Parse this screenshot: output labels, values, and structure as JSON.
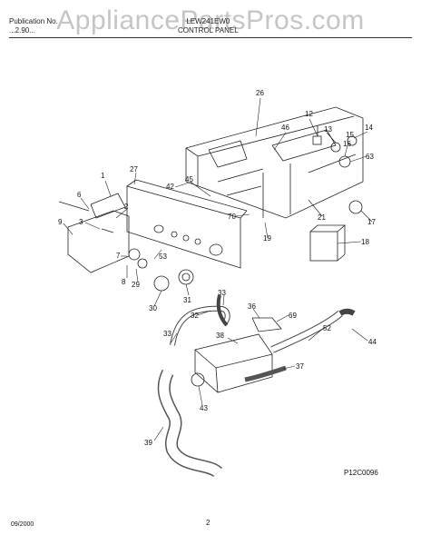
{
  "header": {
    "publication_label": "Publication No.",
    "publication_number": "...2.90...",
    "model": "LEW241EW0",
    "section": "CONTROL PANEL"
  },
  "watermark": "AppliancePartsPros.com",
  "diagram_code": "P12C0096",
  "date": "09/2000",
  "page_number": "2",
  "callouts": [
    {
      "id": "c26",
      "label": "26"
    },
    {
      "id": "c12",
      "label": "12"
    },
    {
      "id": "c46",
      "label": "46"
    },
    {
      "id": "c13",
      "label": "13"
    },
    {
      "id": "c14",
      "label": "14"
    },
    {
      "id": "c15",
      "label": "15"
    },
    {
      "id": "c16",
      "label": "16"
    },
    {
      "id": "c63",
      "label": "63"
    },
    {
      "id": "c1",
      "label": "1"
    },
    {
      "id": "c27",
      "label": "27"
    },
    {
      "id": "c42",
      "label": "42"
    },
    {
      "id": "c45",
      "label": "45"
    },
    {
      "id": "c6",
      "label": "6"
    },
    {
      "id": "c2",
      "label": "2"
    },
    {
      "id": "c3",
      "label": "3"
    },
    {
      "id": "c9",
      "label": "9"
    },
    {
      "id": "c70",
      "label": "70"
    },
    {
      "id": "c21",
      "label": "21"
    },
    {
      "id": "c17",
      "label": "17"
    },
    {
      "id": "c19",
      "label": "19"
    },
    {
      "id": "c18",
      "label": "18"
    },
    {
      "id": "c53",
      "label": "53"
    },
    {
      "id": "c7",
      "label": "7"
    },
    {
      "id": "c8",
      "label": "8"
    },
    {
      "id": "c29",
      "label": "29"
    },
    {
      "id": "c31",
      "label": "31"
    },
    {
      "id": "c30",
      "label": "30"
    },
    {
      "id": "c33a",
      "label": "33"
    },
    {
      "id": "c32",
      "label": "32"
    },
    {
      "id": "c36",
      "label": "36"
    },
    {
      "id": "c69",
      "label": "69"
    },
    {
      "id": "c52",
      "label": "52"
    },
    {
      "id": "c44",
      "label": "44"
    },
    {
      "id": "c33b",
      "label": "33"
    },
    {
      "id": "c38",
      "label": "38"
    },
    {
      "id": "c37",
      "label": "37"
    },
    {
      "id": "c43",
      "label": "43"
    },
    {
      "id": "c39",
      "label": "39"
    }
  ]
}
